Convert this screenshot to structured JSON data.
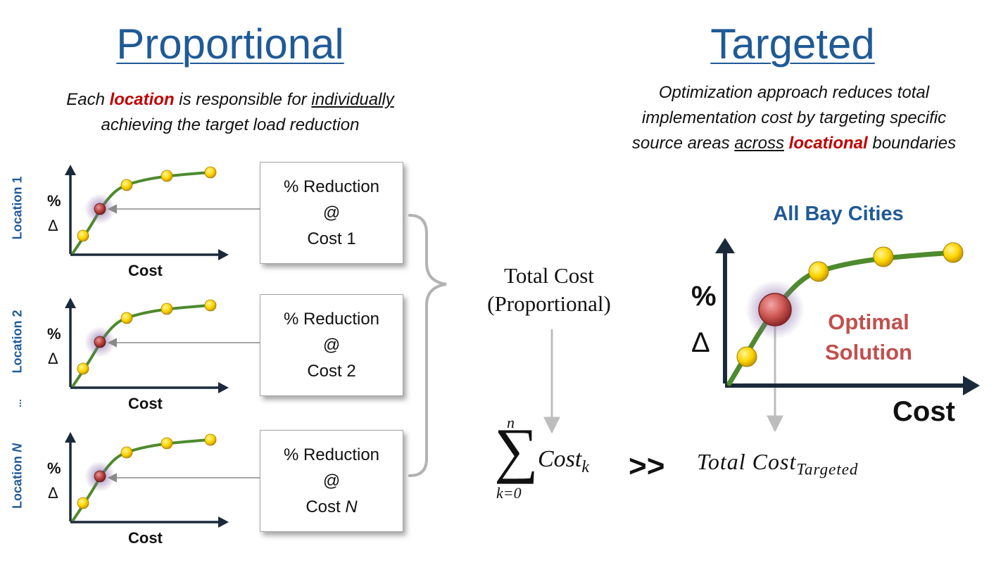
{
  "left": {
    "heading": "Proportional",
    "desc_line1_pre": "Each ",
    "desc_line1_red": "location",
    "desc_line1_mid": " is responsible for ",
    "desc_line1_ul": "individually",
    "desc_line2": "achieving the target load reduction",
    "side_labels": {
      "loc1": "Location 1",
      "loc2": "Location 2",
      "ellipsis": "...",
      "locN": "Location "
    },
    "locN_italic": "N",
    "axis": {
      "y_pct": "%",
      "y_delta": "Δ",
      "x": "Cost"
    },
    "boxes": [
      {
        "line1": "% Reduction",
        "line2": "@",
        "line3": "Cost 1"
      },
      {
        "line1": "% Reduction",
        "line2": "@",
        "line3": "Cost 2"
      },
      {
        "line1": "% Reduction",
        "line2": "@",
        "line3_pre": "Cost ",
        "line3_italic": "N"
      }
    ]
  },
  "middle": {
    "total_line1": "Total Cost",
    "total_line2": "(Proportional)",
    "sum_upper": "n",
    "sum_symbol": "∑",
    "sum_lower": "k=0",
    "sum_term": "Cost",
    "sum_term_sub": "k",
    "greater": ">>",
    "targeted_term": "Total Cost",
    "targeted_sub": "Targeted"
  },
  "right": {
    "heading": "Targeted",
    "desc_line1": "Optimization approach reduces total",
    "desc_line2": "implementation cost by targeting specific",
    "desc_line3_pre": "source areas ",
    "desc_line3_ul": "across",
    "desc_line3_sp": " ",
    "desc_line3_red": "locational",
    "desc_line3_post": " boundaries",
    "chart_title": "All Bay Cities",
    "axis": {
      "y_pct": "%",
      "y_delta": "Δ",
      "x": "Cost"
    },
    "optimal_line1": "Optimal",
    "optimal_line2": "Solution"
  },
  "colors": {
    "heading_blue": "#1f5a96",
    "emphasis_red": "#c00000",
    "optimal_red": "#c0504d",
    "curve_green": "#4e8a2e",
    "point_yellow": "#ffd500",
    "selected_point": "#c0504d",
    "glow_purple": "#8064a2",
    "axis_dark": "#1b2a3a",
    "connector_gray": "#a6a6a6"
  },
  "icons": {
    "mini_chart": "cost-effectiveness-curve-icon",
    "brace": "right-curly-brace"
  }
}
